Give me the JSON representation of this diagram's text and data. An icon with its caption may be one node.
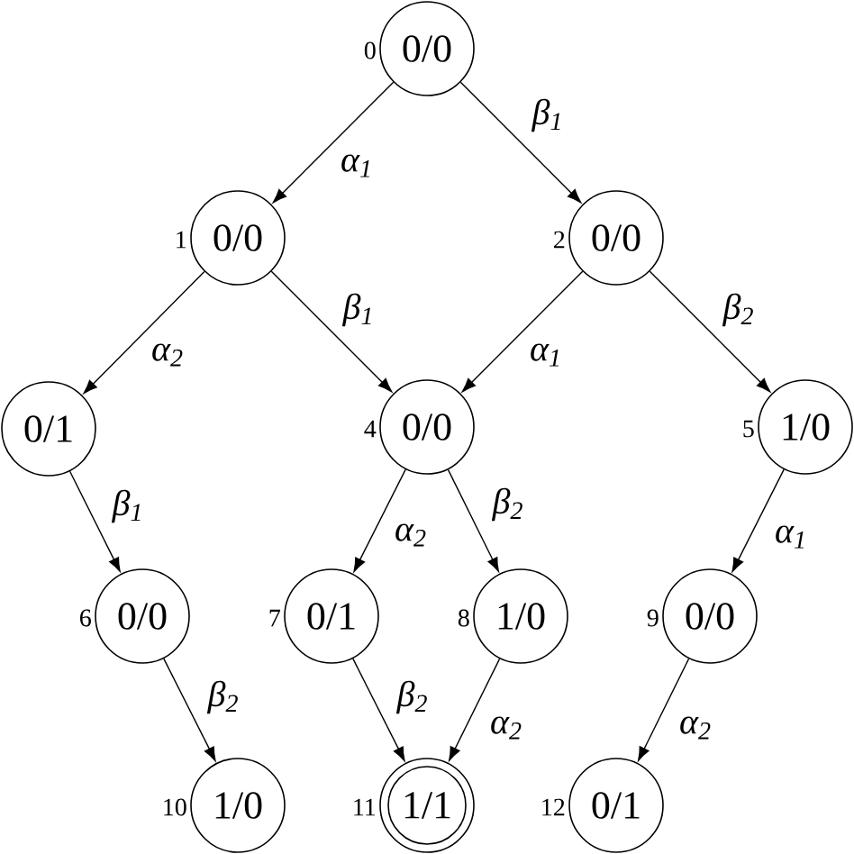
{
  "diagram": {
    "nodes": [
      {
        "text": [
          "0/0"
        ],
        "beside": [
          "0"
        ]
      },
      {
        "text": [
          "0/0"
        ],
        "beside": [
          "1"
        ]
      },
      {
        "text": [
          "0/0"
        ],
        "beside": [
          "2"
        ]
      },
      {
        "text": [
          "0/1"
        ]
      },
      {
        "text": [
          "0/0"
        ],
        "beside": [
          "4"
        ]
      },
      {
        "text": [
          "1/0"
        ],
        "beside": [
          "5"
        ]
      },
      {
        "text": [
          "0/0"
        ],
        "beside": [
          "6"
        ]
      },
      {
        "text": [
          "0/1"
        ],
        "beside": [
          "7"
        ]
      },
      {
        "text": [
          "1/0"
        ],
        "beside": [
          "8"
        ]
      },
      {
        "text": [
          "0/0"
        ],
        "beside": [
          "9"
        ]
      },
      {
        "text": [
          "1/0"
        ],
        "beside": [
          "10"
        ]
      },
      {
        "text": [
          "1/1"
        ],
        "beside": [
          "11"
        ]
      },
      {
        "text": [
          "0/1"
        ],
        "beside": [
          "12"
        ]
      }
    ],
    "edges": [
      {
        "from": 0,
        "to": 1,
        "arrow": "to",
        "label": "α$_{1}$"
      },
      {
        "from": 0,
        "to": 2,
        "arrow": "to",
        "label": "β$_{1}$"
      },
      {
        "from": 1,
        "to": 3,
        "arrow": "to",
        "label": "α$_{2}$"
      },
      {
        "from": 1,
        "to": 4,
        "arrow": "to",
        "label": "β$_{1}$"
      },
      {
        "from": 2,
        "to": 4,
        "arrow": "to",
        "label": "α$_{1}$"
      },
      {
        "from": 2,
        "to": 5,
        "arrow": "to",
        "label": "β$_{2}$"
      },
      {
        "from": 3,
        "to": 6,
        "arrow": "to",
        "label": "β$_{1}$"
      },
      {
        "from": 4,
        "to": 7,
        "arrow": "to",
        "label": "α$_{2}$"
      },
      {
        "from": 4,
        "to": 8,
        "arrow": "to",
        "label": "β$_{2}$"
      },
      {
        "from": 5,
        "to": 9,
        "arrow": "to",
        "label": "α$_{1}$"
      },
      {
        "from": 6,
        "to": 10,
        "arrow": "to",
        "label": "β$_{2}$"
      },
      {
        "from": 7,
        "to": 11,
        "arrow": "to",
        "label": "β$_{2}$"
      },
      {
        "from": 8,
        "to": 11,
        "arrow": "to",
        "label": "α$_{2}$"
      },
      {
        "from": 9,
        "to": 12,
        "arrow": "to",
        "label": "α$_{2}$"
      }
    ]
  }
}
